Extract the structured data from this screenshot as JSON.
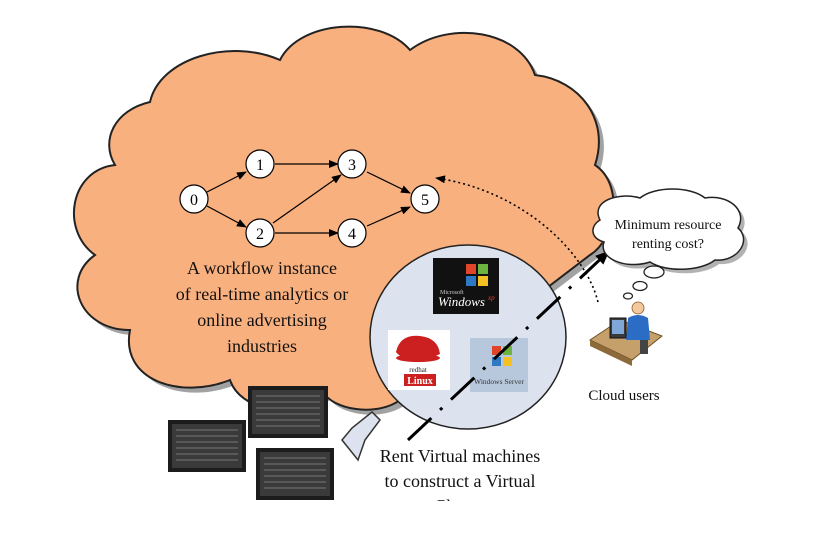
{
  "workflow": {
    "nodes": [
      "0",
      "1",
      "2",
      "3",
      "4",
      "5"
    ],
    "edges": [
      [
        "0",
        "1"
      ],
      [
        "0",
        "2"
      ],
      [
        "1",
        "3"
      ],
      [
        "2",
        "3"
      ],
      [
        "2",
        "4"
      ],
      [
        "3",
        "5"
      ],
      [
        "4",
        "5"
      ]
    ]
  },
  "cloud_text": {
    "line1": "A workflow instance",
    "line2": "of real-time analytics or",
    "line3": "online advertising",
    "line4": "industries"
  },
  "thought_bubble": {
    "line1": "Minimum resource",
    "line2": "renting cost?"
  },
  "cloud_users_label": "Cloud users",
  "rent_text": {
    "line1": "Rent Virtual machines",
    "line2": "to construct a Virtual",
    "line3": "Cluster"
  },
  "os_logos": {
    "windows_xp": "Windows",
    "windows_xp_small": "Microsoft",
    "windows_xp_suffix": "xp",
    "redhat_top": "redhat",
    "redhat_bottom": "Linux",
    "windows_server": "Windows Server"
  },
  "colors": {
    "cloud_fill": "#f9b07f",
    "cloud_stroke": "#222222",
    "circle_fill": "#dde3ee",
    "node_fill": "#ffffff"
  }
}
